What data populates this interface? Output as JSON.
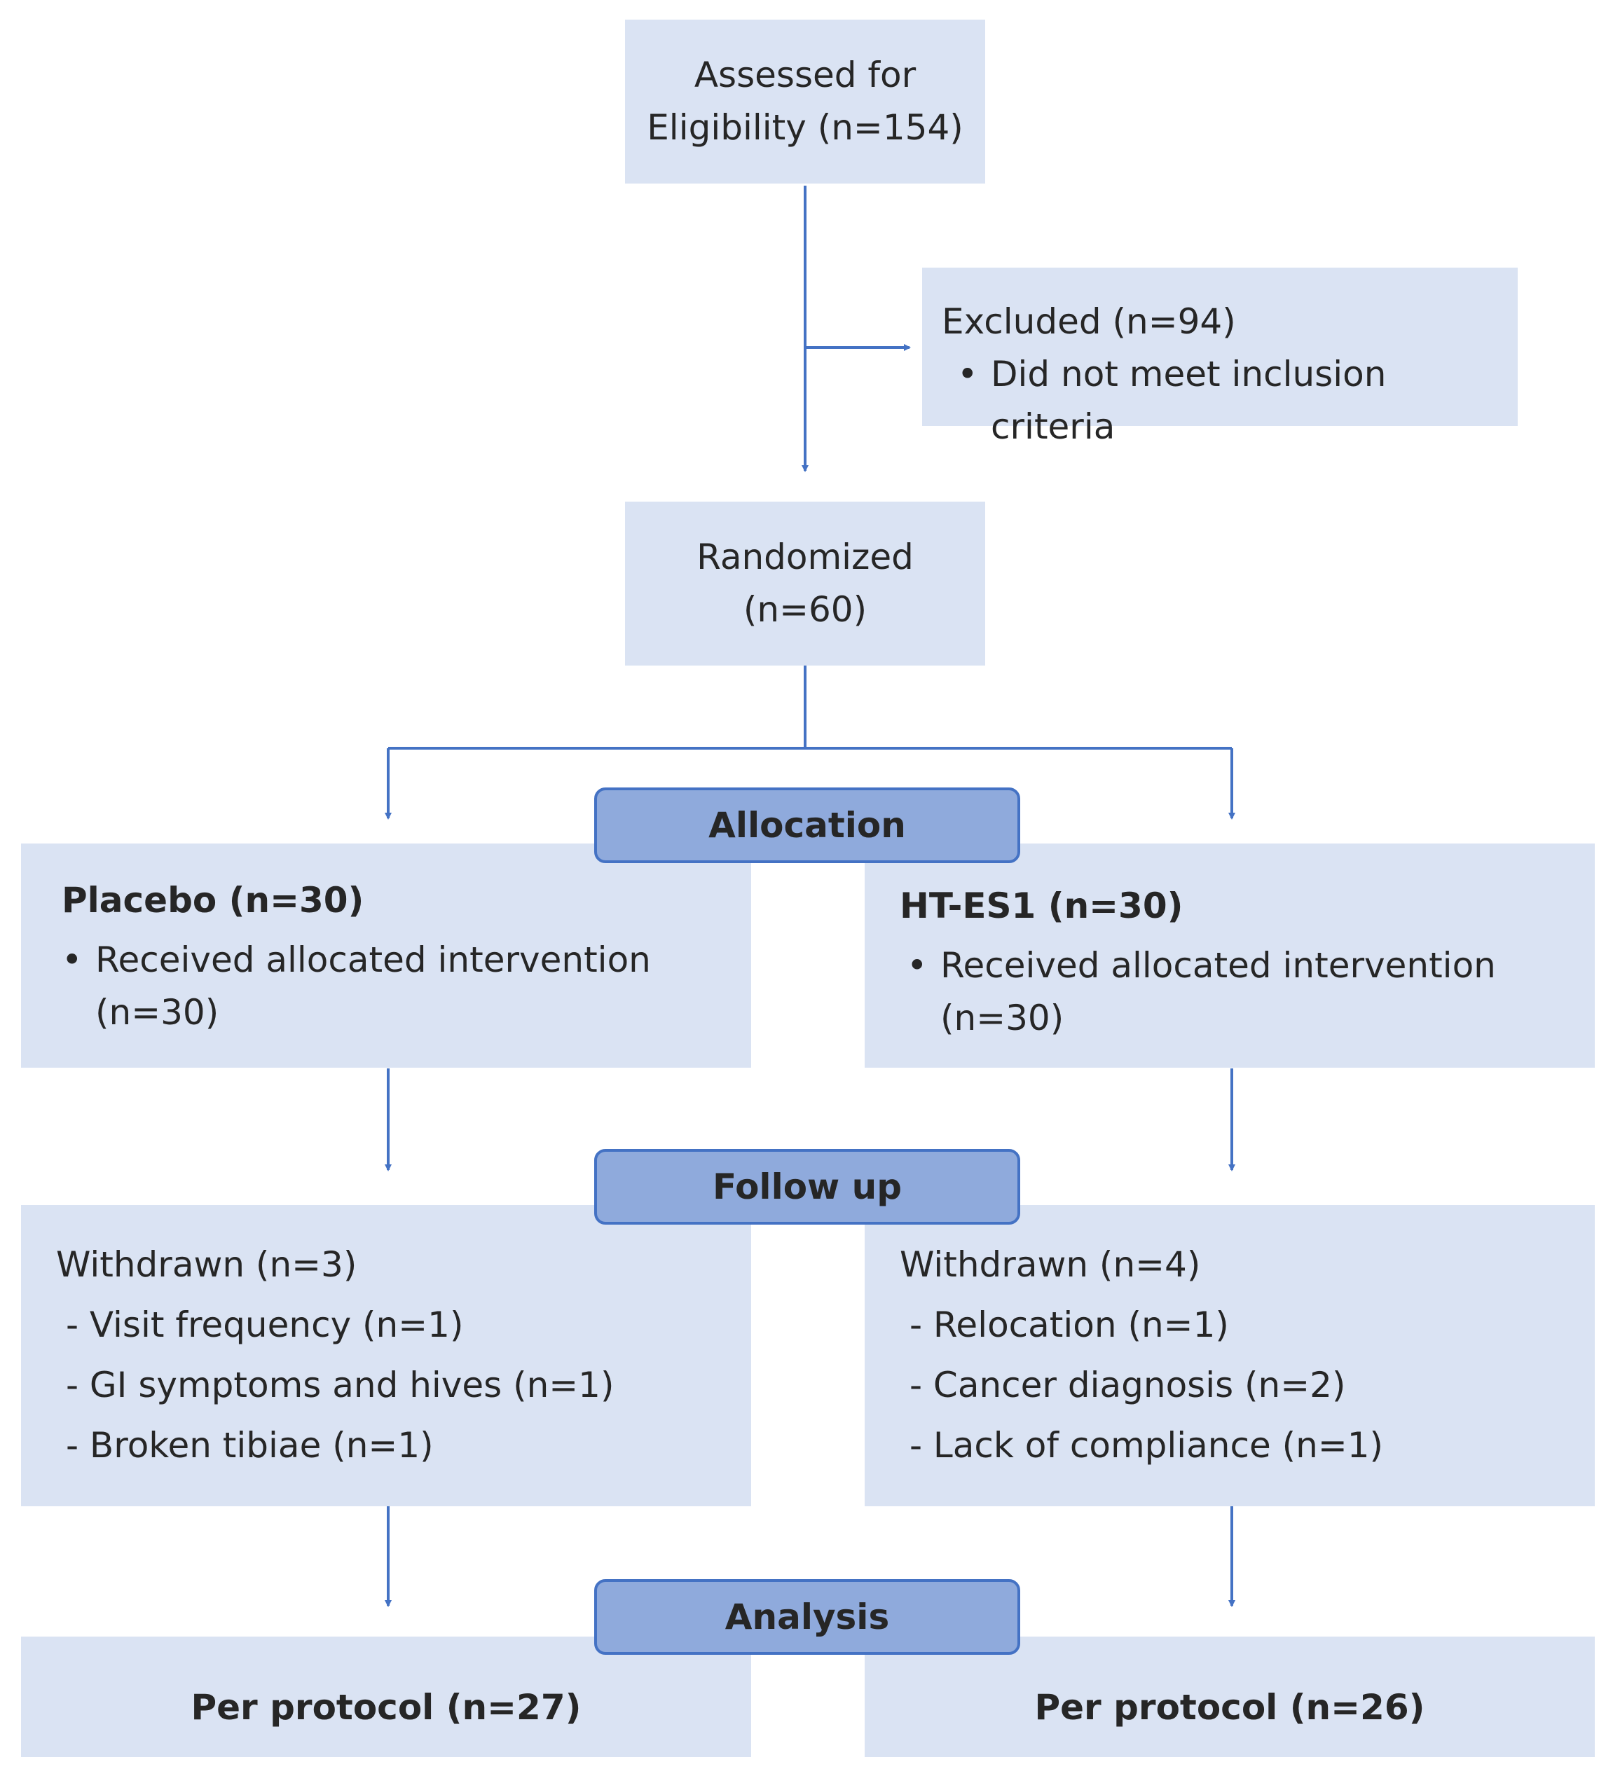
{
  "assessed": {
    "line1": "Assessed for",
    "line2": "Eligibility (n=154)"
  },
  "excluded": {
    "title": "Excluded (n=94)",
    "bullet": "Did not meet inclusion criteria"
  },
  "randomized": {
    "line1": "Randomized",
    "line2": "(n=60)"
  },
  "phases": {
    "allocation": "Allocation",
    "follow_up": "Follow up",
    "analysis": "Analysis"
  },
  "placebo": {
    "title": "Placebo (n=30)",
    "bullet_line1": "Received allocated intervention",
    "bullet_line2": "(n=30)",
    "withdrawn_title": "Withdrawn (n=3)",
    "withdrawn_items": [
      "- Visit frequency (n=1)",
      "- GI symptoms and hives (n=1)",
      "- Broken tibiae (n=1)"
    ],
    "analysis": "Per protocol (n=27)"
  },
  "ht_es1": {
    "title": "HT-ES1 (n=30)",
    "bullet_line1": "Received allocated intervention",
    "bullet_line2": "(n=30)",
    "withdrawn_title": "Withdrawn (n=4)",
    "withdrawn_items": [
      "- Relocation (n=1)",
      "- Cancer diagnosis (n=2)",
      "- Lack of compliance (n=1)"
    ],
    "analysis": "Per protocol (n=26)"
  },
  "colors": {
    "box_fill": "#dae3f3",
    "phase_fill": "#8faadc",
    "phase_border": "#4472c4",
    "connector": "#4472c4",
    "text": "#262626"
  }
}
